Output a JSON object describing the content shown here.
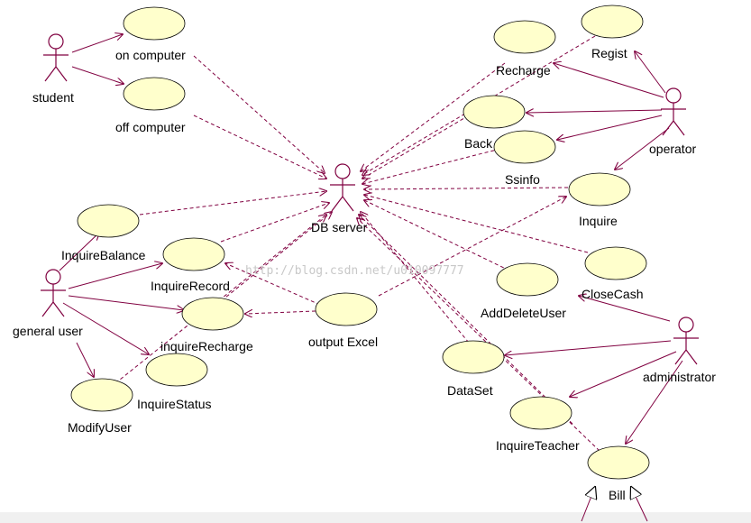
{
  "diagram": {
    "actors": {
      "student": "student",
      "db_server": "DB server",
      "general_user": "general user",
      "operator": "operator",
      "administrator": "administrator"
    },
    "use_cases": {
      "on_computer": "on computer",
      "off_computer": "off computer",
      "inquire_balance": "InquireBalance",
      "inquire_record": "InquireRecord",
      "inquire_recharge": "inquireRecharge",
      "inquire_status": "InquireStatus",
      "modify_user": "ModifyUser",
      "output_excel": "output Excel",
      "recharge": "Recharge",
      "regist": "Regist",
      "back": "Back",
      "ssinfo": "Ssinfo",
      "inquire": "Inquire",
      "close_cash": "CloseCash",
      "add_delete_user": "AddDeleteUser",
      "data_set": "DataSet",
      "inquire_teacher": "InquireTeacher",
      "bill": "Bill"
    },
    "watermark": "http://blog.csdn.net/u010097777"
  }
}
